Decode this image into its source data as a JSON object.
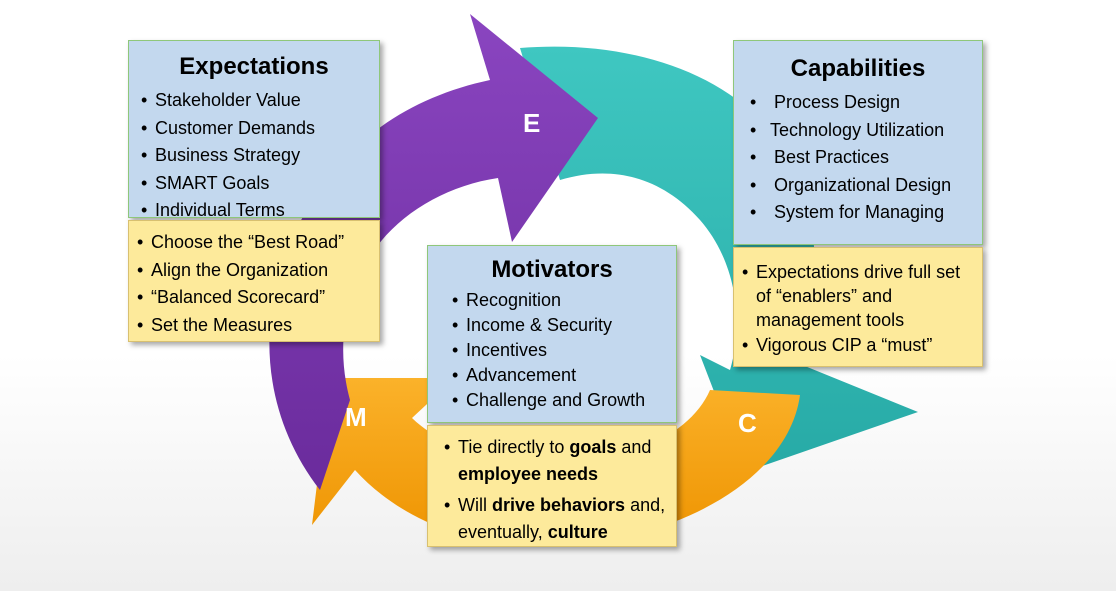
{
  "cycle": {
    "letters": {
      "e": "E",
      "c": "C",
      "m": "M"
    },
    "colors": {
      "purple": "#7030a0",
      "teal": "#33bdb8",
      "orange": "#f5a00a"
    }
  },
  "expectations": {
    "title": "Expectations",
    "items": [
      "Stakeholder Value",
      "Customer Demands",
      "Business Strategy",
      "SMART Goals",
      "Individual Terms"
    ],
    "notes": [
      "Choose the “Best Road”",
      "Align the Organization",
      "“Balanced Scorecard”",
      "Set the Measures"
    ]
  },
  "capabilities": {
    "title": "Capabilities",
    "items": [
      "Process Design",
      "Technology Utilization",
      "Best Practices",
      "Organizational Design",
      "System for Managing"
    ],
    "notes": [
      "Expectations drive full set of “enablers” and management tools",
      "Vigorous CIP a “must”"
    ]
  },
  "motivators": {
    "title": "Motivators",
    "items": [
      "Recognition",
      "Income & Security",
      "Incentives",
      "Advancement",
      "Challenge and Growth"
    ],
    "notes": {
      "note1": {
        "pre": "Tie directly to ",
        "b1": "goals",
        "mid": " and ",
        "b2": "employee needs"
      },
      "note2": {
        "pre": "Will ",
        "b1": "drive behaviors",
        "mid": " and, eventually, ",
        "b2": "culture"
      }
    }
  }
}
